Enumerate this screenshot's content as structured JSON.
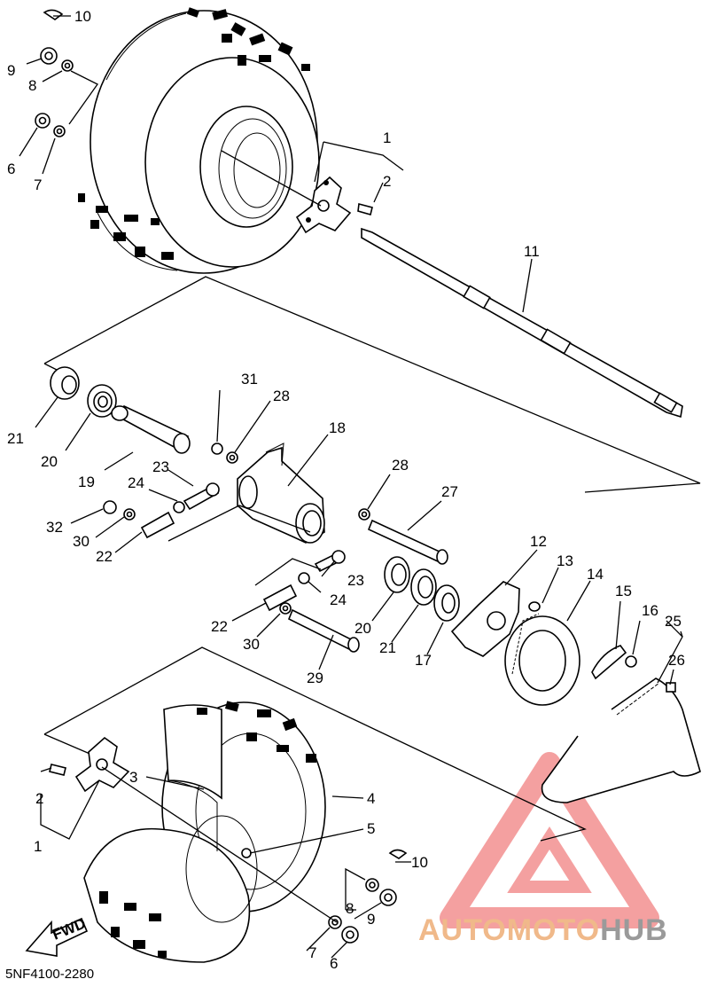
{
  "diagram_code": "5NF4100-2280",
  "fwd_label": "FWD",
  "watermark": {
    "part1": "AUTOMOTO",
    "part2": "HUB"
  },
  "colors": {
    "watermark_triangle": "#f08080",
    "watermark_text1": "#f0b98a",
    "watermark_text2": "#9a9a9a"
  },
  "callouts": {
    "c10_top": "10",
    "c9_top": "9",
    "c8_top": "8",
    "c6_top": "6",
    "c7_top": "7",
    "c1_top": "1",
    "c2_top": "2",
    "c11": "11",
    "c31": "31",
    "c28_a": "28",
    "c18": "18",
    "c21_a": "21",
    "c20_a": "20",
    "c19": "19",
    "c23_a": "23",
    "c24_a": "24",
    "c32": "32",
    "c30_a": "30",
    "c22_a": "22",
    "c28_b": "28",
    "c27": "27",
    "c12": "12",
    "c13": "13",
    "c14": "14",
    "c15": "15",
    "c16": "16",
    "c25": "25",
    "c26": "26",
    "c23_b": "23",
    "c24_b": "24",
    "c22_b": "22",
    "c30_b": "30",
    "c20_b": "20",
    "c21_b": "21",
    "c17": "17",
    "c29": "29",
    "c3": "3",
    "c4": "4",
    "c5": "5",
    "c2_bot": "2",
    "c1_bot": "1",
    "c10_bot": "10",
    "c8_bot": "8",
    "c9_bot": "9",
    "c7_bot": "7",
    "c6_bot": "6"
  }
}
